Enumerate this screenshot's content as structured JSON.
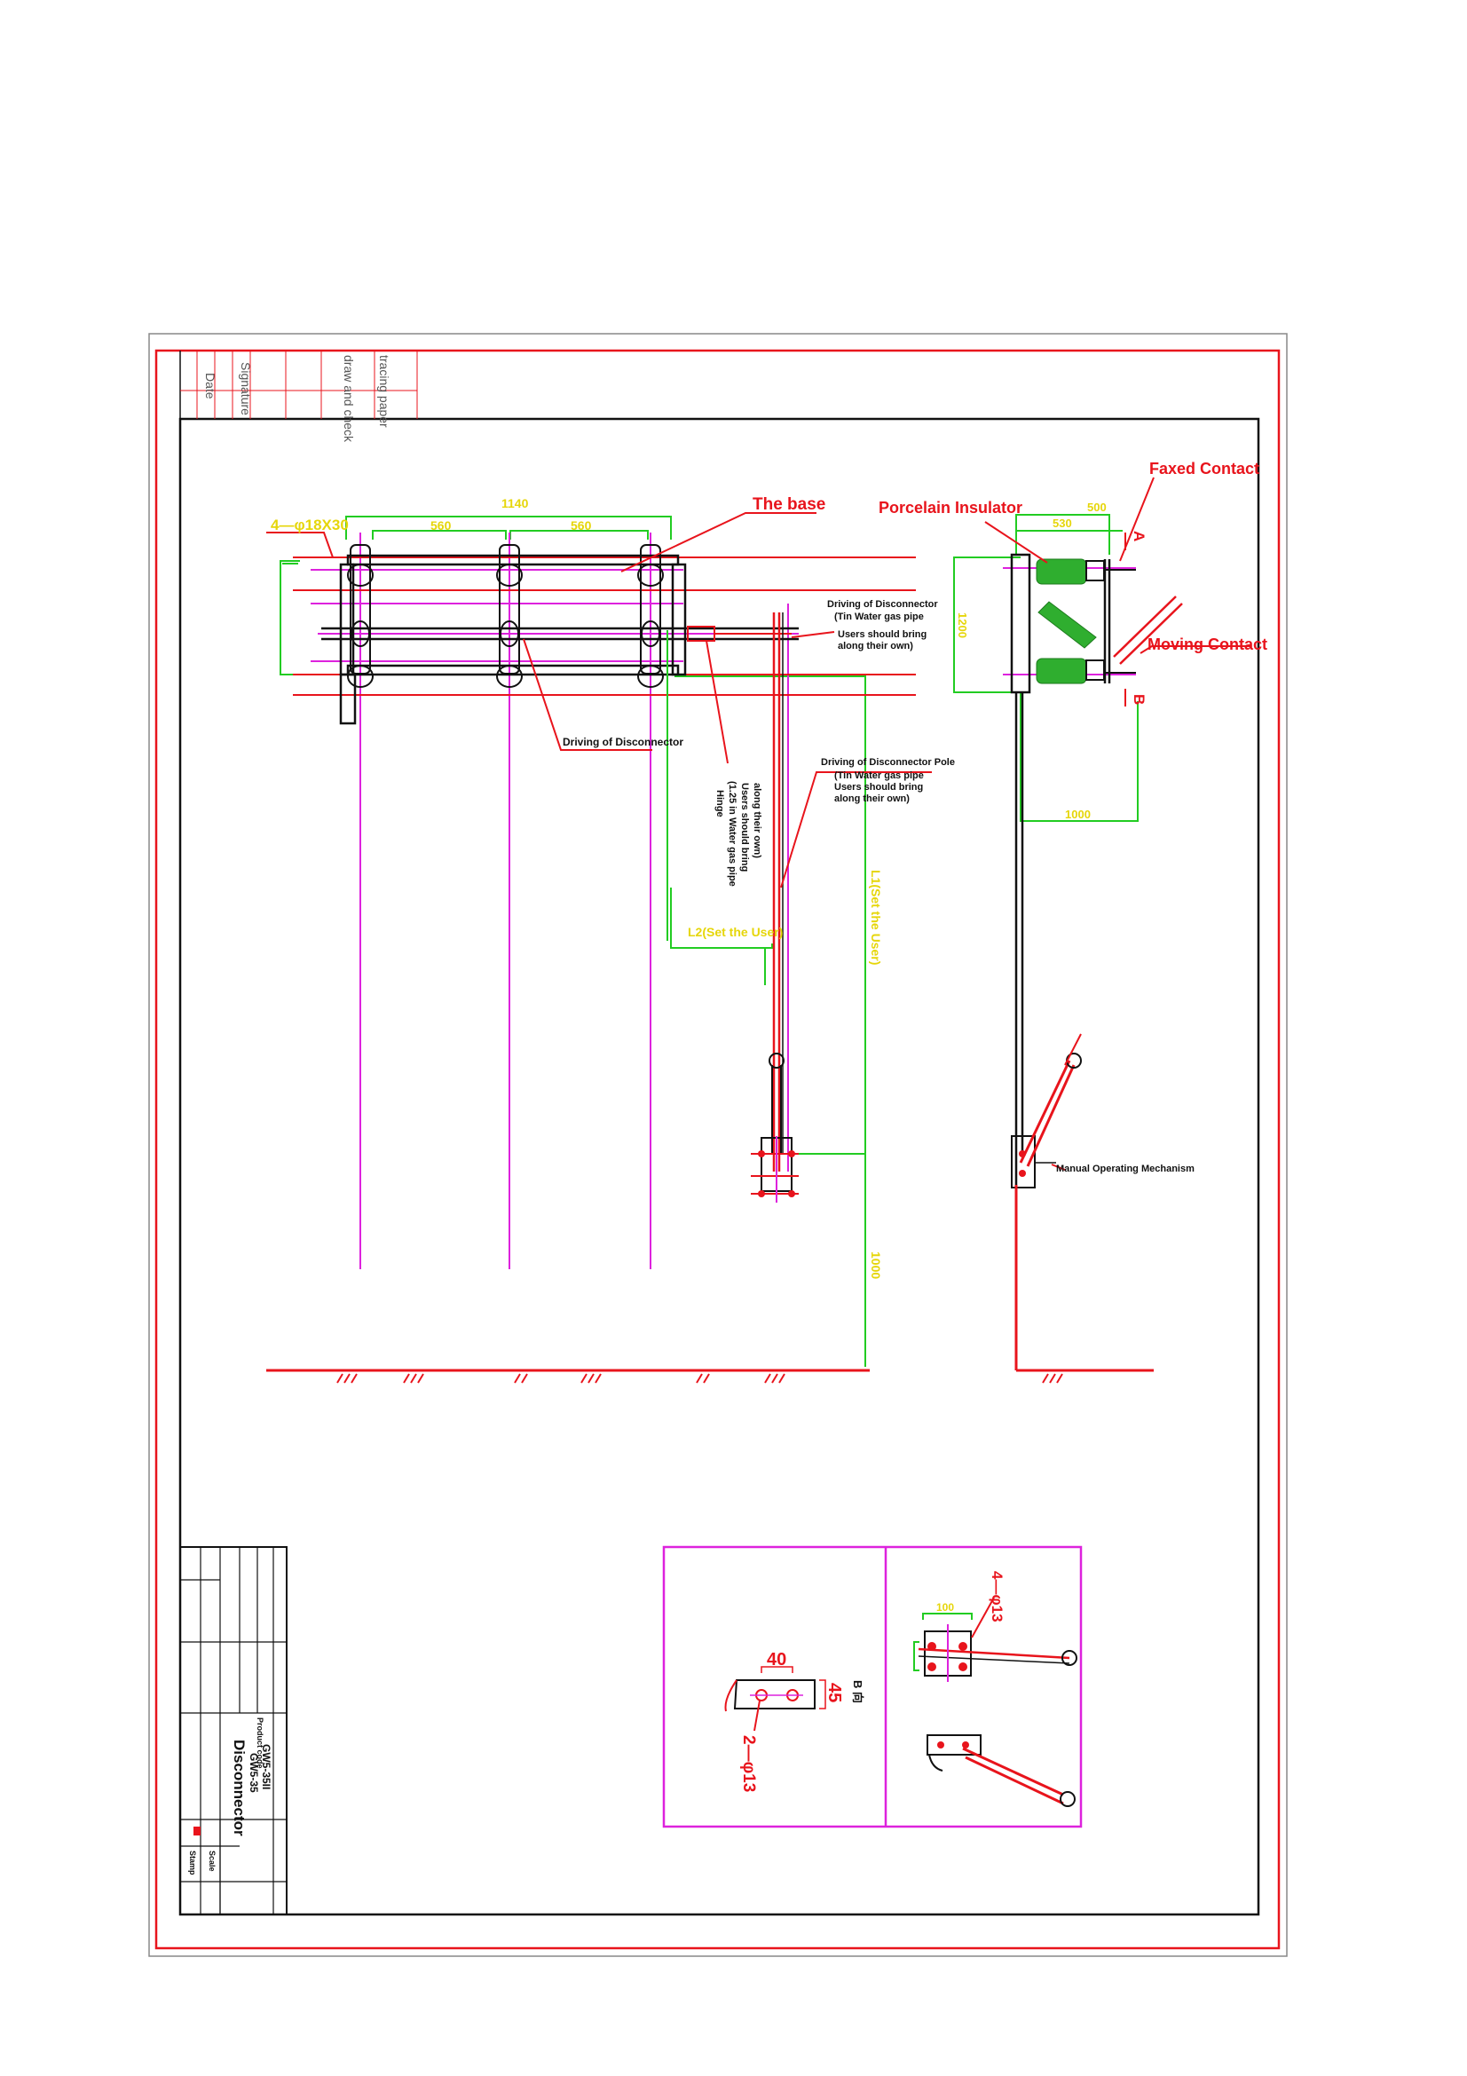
{
  "colors": {
    "frame": "#e8141c",
    "outline": "#111111",
    "dimension": "#22cc22",
    "centerline": "#dd22dd",
    "insulator": "#2fae2f",
    "dim_text": "#e6d60a",
    "callout": "#e8141c"
  },
  "stamp": {
    "date": "Date",
    "signature": "Signature",
    "draw_check": "draw and check",
    "tracing": "tracing paper"
  },
  "front_view": {
    "dim_total": "1140",
    "dim_left": "560",
    "dim_right": "560",
    "bolt_note": "4—φ18X30",
    "base": "The base",
    "driving": "Driving of Disconnector",
    "driving_pipe_title": "Driving of Disconnector",
    "driving_pipe_note1": "(Tin Water gas pipe",
    "driving_pipe_note2": "Users should bring",
    "driving_pipe_note3": "along their own)",
    "hinge_title": "Hinge",
    "hinge_note1": "(1.25 in Water gas pipe",
    "hinge_note2": "Users should bring",
    "hinge_note3": "along their own)",
    "pole_title": "Driving of Disconnector Pole",
    "pole_note1": "(Tin Water gas pipe",
    "pole_note2": "Users should bring",
    "pole_note3": "along their own)",
    "l2": "L2(Set the User)",
    "l1": "L1(Set the User)",
    "h_low": "1000"
  },
  "side_view": {
    "porcelain": "Porcelain Insulator",
    "fixed_contact": "Faxed Contact",
    "moving_contact": "Moving Contact",
    "dim_top1": "530",
    "dim_top2": "500",
    "dim_height": "1200",
    "dim_bottom": "1000",
    "mark_a": "A",
    "mark_b": "B",
    "grounding": "Manual Operating Mechanism"
  },
  "detail": {
    "dim_40": "40",
    "dim_45": "45",
    "holes": "2—φ13",
    "view_label": "B 向",
    "bolts": "4—φ13",
    "dim_small": "100"
  },
  "title_block": {
    "product": "Disconnector",
    "model1": "GW5-35II",
    "model2": "GW5-35",
    "product_code": "Product code",
    "scale": "Scale",
    "stamp": "Stamp"
  }
}
